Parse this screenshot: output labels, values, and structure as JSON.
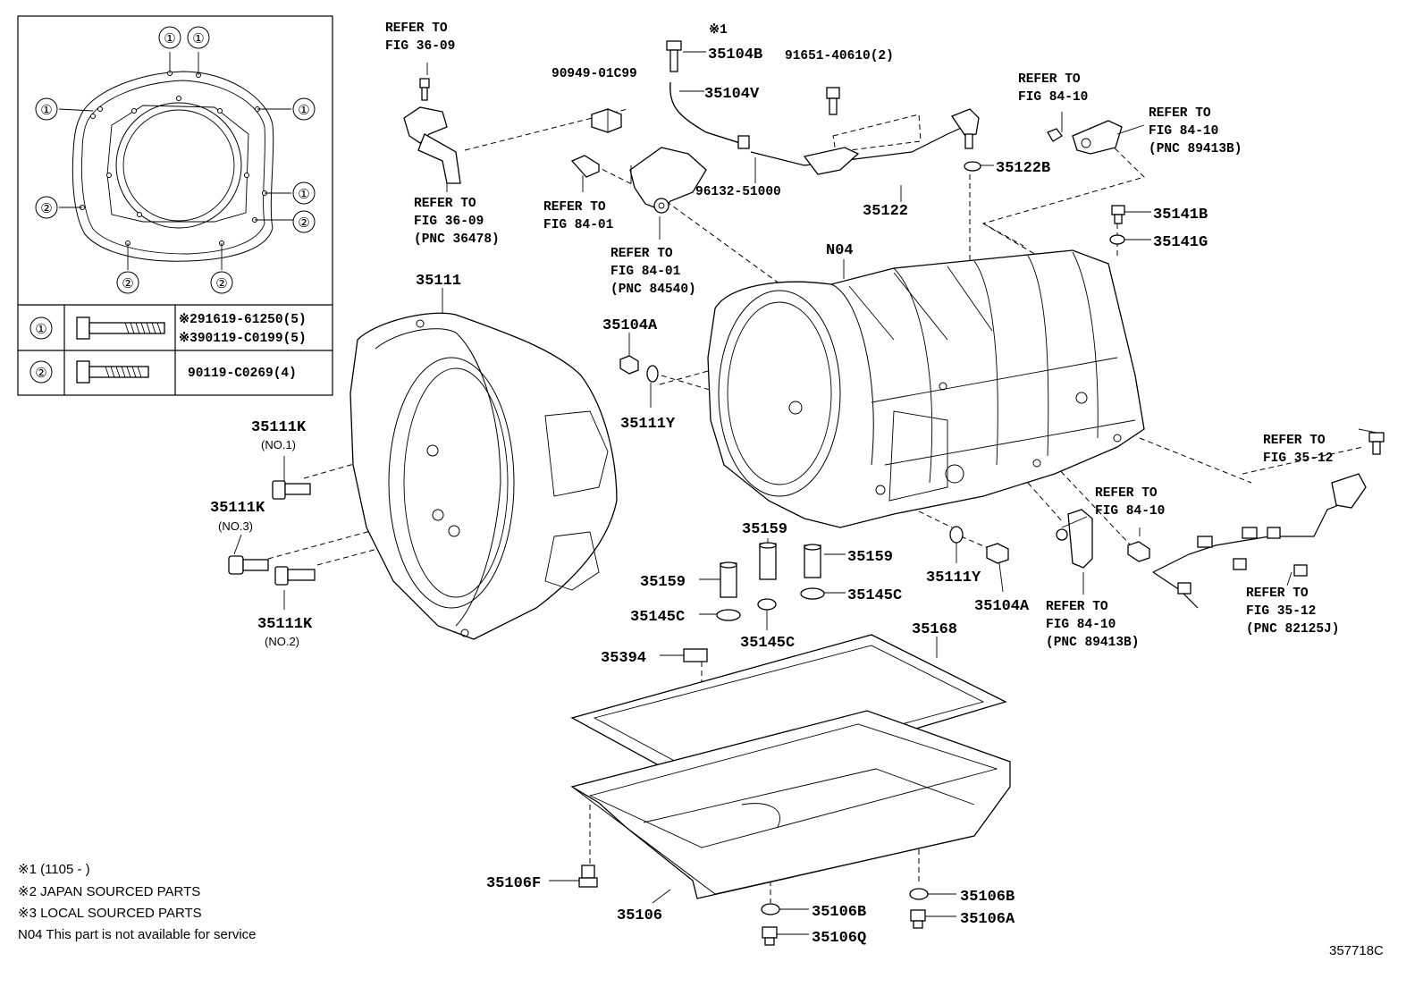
{
  "inset": {
    "bolt_table": [
      {
        "marker": "①",
        "parts": [
          "※291619-61250(5)",
          "※390119-C0199(5)"
        ]
      },
      {
        "marker": "②",
        "parts": [
          "90119-C0269(4)"
        ]
      }
    ],
    "callouts": [
      "①",
      "②"
    ]
  },
  "labels": {
    "p35104B": "35104B",
    "p35104V": "35104V",
    "p90949": "90949-01C99",
    "p91651": "91651-40610(2)",
    "note1": "※1",
    "p35122B": "35122B",
    "p35122": "35122",
    "p96132": "96132-51000",
    "p35141B": "35141B",
    "p35141G": "35141G",
    "pN04": "N04",
    "p35111": "35111",
    "p35104A_top": "35104A",
    "p35111Y_top": "35111Y",
    "p35111K_1": "35111K",
    "p35111K_1s": "(NO.1)",
    "p35111K_3": "35111K",
    "p35111K_3s": "(NO.3)",
    "p35111K_2": "35111K",
    "p35111K_2s": "(NO.2)",
    "p35159_a": "35159",
    "p35159_b": "35159",
    "p35159_c": "35159",
    "p35145C_a": "35145C",
    "p35145C_b": "35145C",
    "p35145C_c": "35145C",
    "p35111Y_bot": "35111Y",
    "p35104A_bot": "35104A",
    "p35394": "35394",
    "p35168": "35168",
    "p35106F": "35106F",
    "p35106": "35106",
    "p35106B_a": "35106B",
    "p35106B_b": "35106B",
    "p35106A": "35106A",
    "p35106Q": "35106Q",
    "figid": "357718C"
  },
  "refs": {
    "r1": [
      "REFER TO",
      "FIG 36-09"
    ],
    "r2": [
      "REFER TO",
      "FIG 36-09",
      "(PNC 36478)"
    ],
    "r3": [
      "REFER TO",
      "FIG 84-01"
    ],
    "r4": [
      "REFER TO",
      "FIG 84-01",
      "(PNC 84540)"
    ],
    "r5": [
      "REFER TO",
      "FIG 84-10"
    ],
    "r6": [
      "REFER TO",
      "FIG 84-10",
      "(PNC 89413B)"
    ],
    "r7": [
      "REFER TO",
      "FIG 35-12"
    ],
    "r8": [
      "REFER TO",
      "FIG 84-10"
    ],
    "r9": [
      "REFER TO",
      "FIG 84-10",
      "(PNC 89413B)"
    ],
    "r10": [
      "REFER TO",
      "FIG 35-12",
      "(PNC 82125J)"
    ]
  },
  "footnotes": [
    "※1 (1105 -        )",
    "※2 JAPAN SOURCED PARTS",
    "※3 LOCAL SOURCED PARTS",
    "N04 This part is not available for service"
  ]
}
